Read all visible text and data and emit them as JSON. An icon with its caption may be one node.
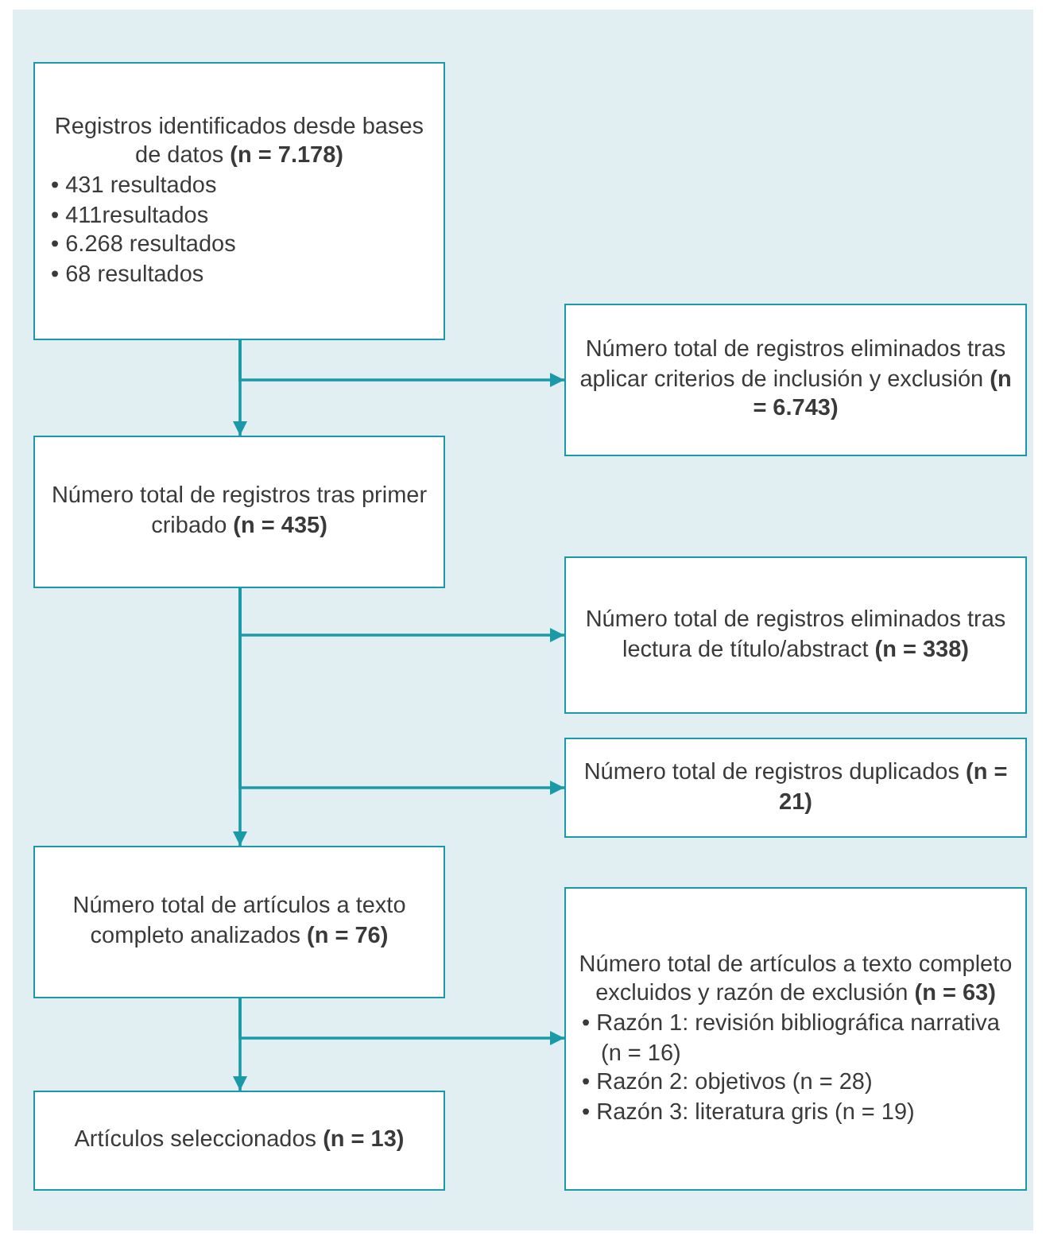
{
  "diagram": {
    "nodes": [
      {
        "text": [
          "Registros identificados desde bases de datos **(n = 7.178)**",
          "• 431 resultados",
          "• 411resultados",
          "• 6.268 resultados",
          "• 68 resultados"
        ]
      },
      {
        "text": [
          "Número total de registros eliminados tras aplicar criterios de inclusión y exclusión **(n = 6.743)**"
        ]
      },
      {
        "text": [
          "Número total de registros tras primer cribado **(n = 435)**"
        ]
      },
      {
        "text": [
          "Número total de registros eliminados tras lectura de título/abstract **(n = 338)**"
        ]
      },
      {
        "text": [
          "Número total de registros duplicados **(n = 21)**"
        ]
      },
      {
        "text": [
          "Número total de artículos a texto completo analizados **(n = 76)**"
        ]
      },
      {
        "text": [
          "Número total de artículos a texto completo excluidos y razón de exclusión **(n = 63)**",
          "• Razón 1: revisión bibliográfica narrativa (n = 16)",
          "• Razón 2: objetivos (n = 28)",
          "• Razón 3: literatura gris (n = 19)"
        ]
      },
      {
        "text": [
          "Artículos seleccionados **(n = 13)**"
        ]
      }
    ],
    "edges": [
      {
        "from": 0,
        "to": 1,
        "arrow": "to"
      },
      {
        "from": 0,
        "to": 2,
        "arrow": "to"
      },
      {
        "from": 2,
        "to": 3,
        "arrow": "to"
      },
      {
        "from": 2,
        "to": 4,
        "arrow": "to"
      },
      {
        "from": 2,
        "to": 5,
        "arrow": "to"
      },
      {
        "from": 5,
        "to": 6,
        "arrow": "to"
      },
      {
        "from": 5,
        "to": 7,
        "arrow": "to"
      }
    ]
  }
}
